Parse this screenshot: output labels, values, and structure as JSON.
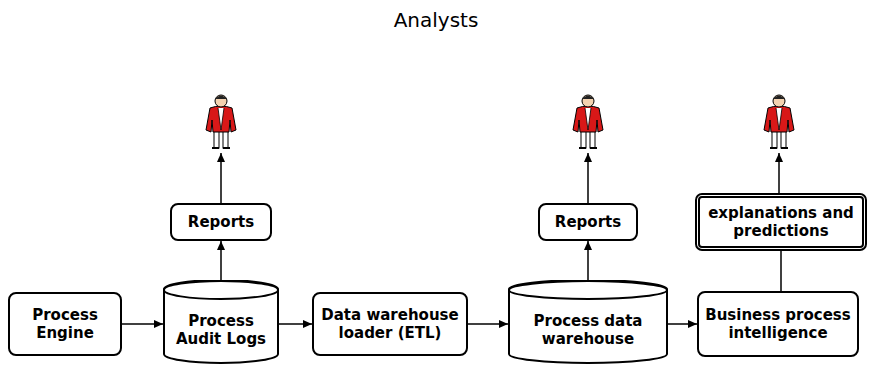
{
  "diagram": {
    "title": "Analysts",
    "nodes": [
      {
        "text": [
          "Reports"
        ]
      },
      {
        "text": [
          "Reports"
        ]
      },
      {
        "text": [
          "explanations and predictions"
        ]
      },
      {
        "text": [
          "Process Engine"
        ]
      },
      {
        "text": [
          "Process Audit Logs"
        ]
      },
      {
        "text": [
          "Data warehouse loader (ETL)"
        ]
      },
      {
        "text": [
          "Process data warehouse"
        ]
      },
      {
        "text": [
          "Business process intelligence"
        ]
      }
    ],
    "edges": [
      {
        "from": 3,
        "to": 4,
        "arrow": "to"
      },
      {
        "from": 4,
        "to": 5,
        "arrow": "to"
      },
      {
        "from": 5,
        "to": 6,
        "arrow": "to"
      },
      {
        "from": 6,
        "to": 7,
        "arrow": "to"
      },
      {
        "from": 4,
        "to": 0,
        "arrow": "to"
      },
      {
        "from": 6,
        "to": 1,
        "arrow": "to"
      },
      {
        "from": 7,
        "to": 2,
        "arrow": "none"
      }
    ]
  }
}
